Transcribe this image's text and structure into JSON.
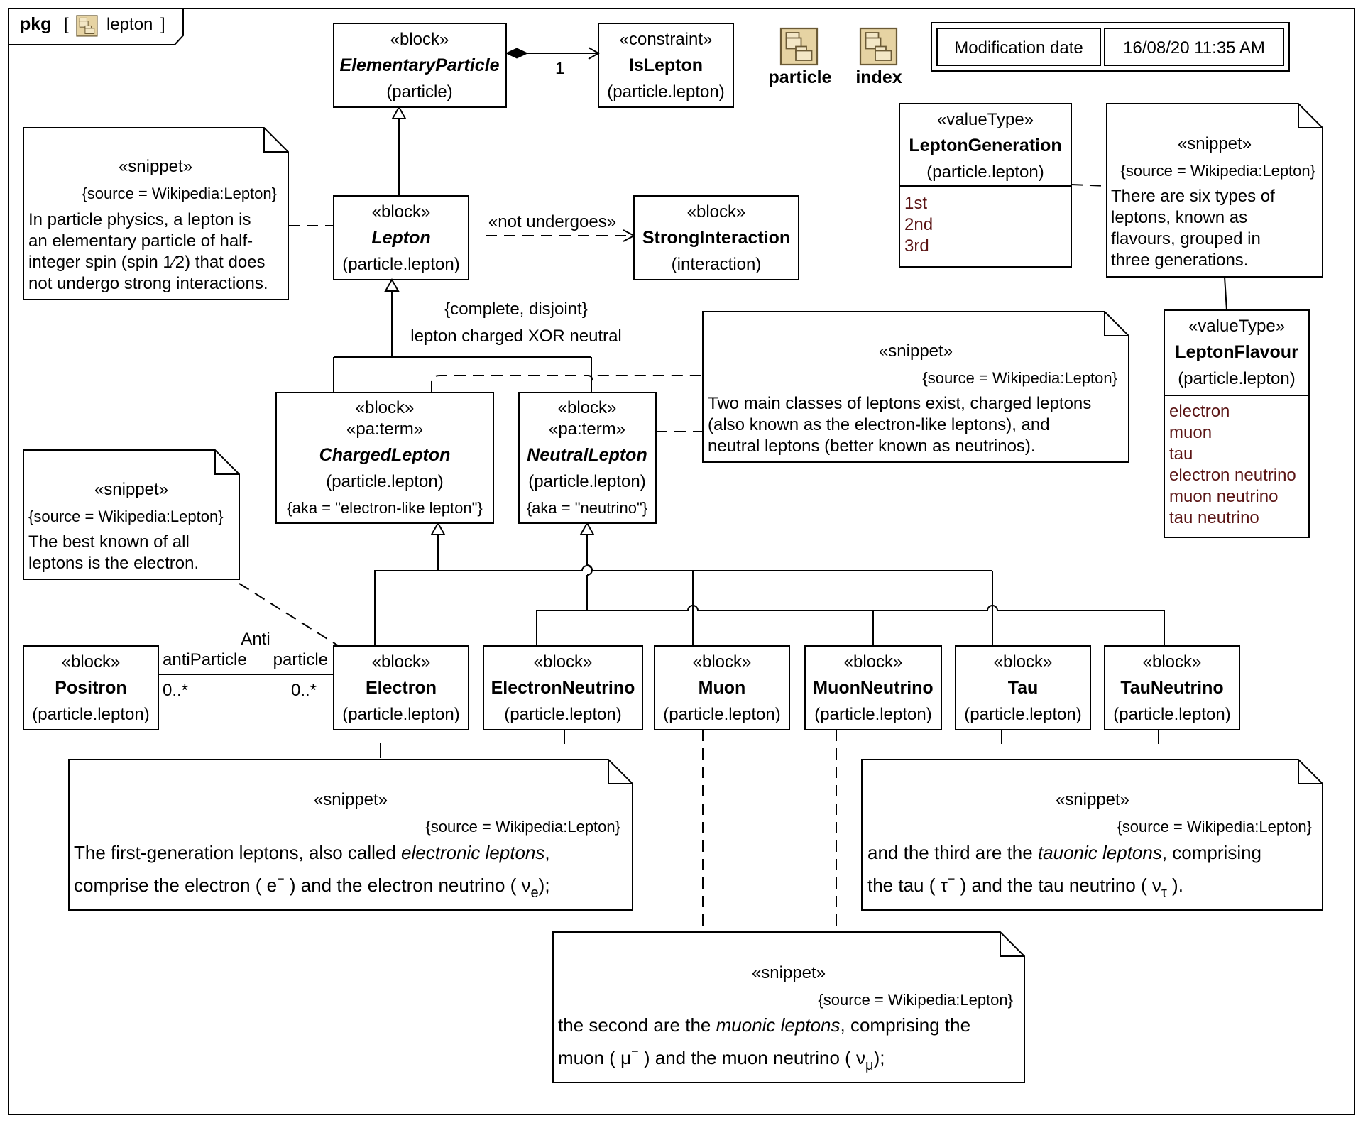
{
  "frame": {
    "kind": "pkg",
    "name": "lepton"
  },
  "packages": [
    {
      "name": "particle"
    },
    {
      "name": "index"
    }
  ],
  "modification": {
    "label": "Modification date",
    "value": "16/08/20 11:35 AM"
  },
  "blocks": {
    "elementaryParticle": {
      "stereo": "«block»",
      "name": "ElementaryParticle",
      "pkg": "(particle)"
    },
    "isLepton": {
      "stereo": "«constraint»",
      "name": "IsLepton",
      "pkg": "(particle.lepton)"
    },
    "lepton": {
      "stereo": "«block»",
      "name": "Lepton",
      "pkg": "(particle.lepton)"
    },
    "strongInteraction": {
      "stereo": "«block»",
      "name": "StrongInteraction",
      "pkg": "(interaction)"
    },
    "chargedLepton": {
      "stereo1": "«block»",
      "stereo2": "«pa:term»",
      "name": "ChargedLepton",
      "pkg": "(particle.lepton)",
      "tag": "{aka = \"electron-like lepton\"}"
    },
    "neutralLepton": {
      "stereo1": "«block»",
      "stereo2": "«pa:term»",
      "name": "NeutralLepton",
      "pkg": "(particle.lepton)",
      "tag": "{aka = \"neutrino\"}"
    },
    "positron": {
      "stereo": "«block»",
      "name": "Positron",
      "pkg": "(particle.lepton)"
    },
    "electron": {
      "stereo": "«block»",
      "name": "Electron",
      "pkg": "(particle.lepton)"
    },
    "electronNeutrino": {
      "stereo": "«block»",
      "name": "ElectronNeutrino",
      "pkg": "(particle.lepton)"
    },
    "muon": {
      "stereo": "«block»",
      "name": "Muon",
      "pkg": "(particle.lepton)"
    },
    "muonNeutrino": {
      "stereo": "«block»",
      "name": "MuonNeutrino",
      "pkg": "(particle.lepton)"
    },
    "tau": {
      "stereo": "«block»",
      "name": "Tau",
      "pkg": "(particle.lepton)"
    },
    "tauNeutrino": {
      "stereo": "«block»",
      "name": "TauNeutrino",
      "pkg": "(particle.lepton)"
    }
  },
  "valueTypes": {
    "leptonGeneration": {
      "stereo": "«valueType»",
      "name": "LeptonGeneration",
      "pkg": "(particle.lepton)",
      "literals": [
        "1st",
        "2nd",
        "3rd"
      ]
    },
    "leptonFlavour": {
      "stereo": "«valueType»",
      "name": "LeptonFlavour",
      "pkg": "(particle.lepton)",
      "literals": [
        "electron",
        "muon",
        "tau",
        "electron neutrino",
        "muon neutrino",
        "tau neutrino"
      ]
    }
  },
  "relations": {
    "compositionMultiplicity": "1",
    "notUndergoes": "«not undergoes»",
    "gsConstraint": "{complete, disjoint}",
    "gsRule": "lepton charged XOR neutral",
    "assocName": "Anti",
    "assocEndLeft": "antiParticle",
    "assocEndRight": "particle",
    "assocMultLeft": "0..*",
    "assocMultRight": "0..*"
  },
  "snippets": {
    "stereo": "«snippet»",
    "source": "{source = Wikipedia:Lepton}",
    "lepton": [
      "In particle physics, a lepton is",
      "an elementary particle of half-",
      "integer spin (spin 1⁄2) that does",
      "not undergo strong interactions."
    ],
    "six": [
      "There are six types of",
      "leptons, known as",
      "flavours, grouped in",
      "three generations."
    ],
    "classes": [
      "Two main classes of leptons exist, charged leptons",
      "(also known as the electron-like leptons), and",
      "neutral leptons (better known as neutrinos)."
    ],
    "electron": [
      "The best known of all",
      "leptons is the electron."
    ],
    "gen1": {
      "l1a": "The first-generation leptons, also called ",
      "l1i": "electronic leptons",
      "l1b": ",",
      "l2a": "comprise the electron ( e",
      "l2sup": "−",
      "l2b": " ) and the electron neutrino ( ν",
      "l2sub": "e",
      "l2c": ");"
    },
    "gen2": {
      "l1a": "the second are the ",
      "l1i": "muonic leptons",
      "l1b": ", comprising the",
      "l2a": "muon ( μ",
      "l2sup": "−",
      "l2b": " ) and the muon neutrino ( ν",
      "l2sub": "μ",
      "l2c": ");"
    },
    "gen3": {
      "l1a": "and the third are the ",
      "l1i": "tauonic leptons",
      "l1b": ", comprising",
      "l2a": "the tau ( τ",
      "l2sup": "−",
      "l2b": " ) and the tau neutrino ( ν",
      "l2sub": "τ",
      "l2c": " )."
    }
  },
  "colors": {
    "packageIcon": "#e6d3a3",
    "literal": "#5a1414"
  }
}
